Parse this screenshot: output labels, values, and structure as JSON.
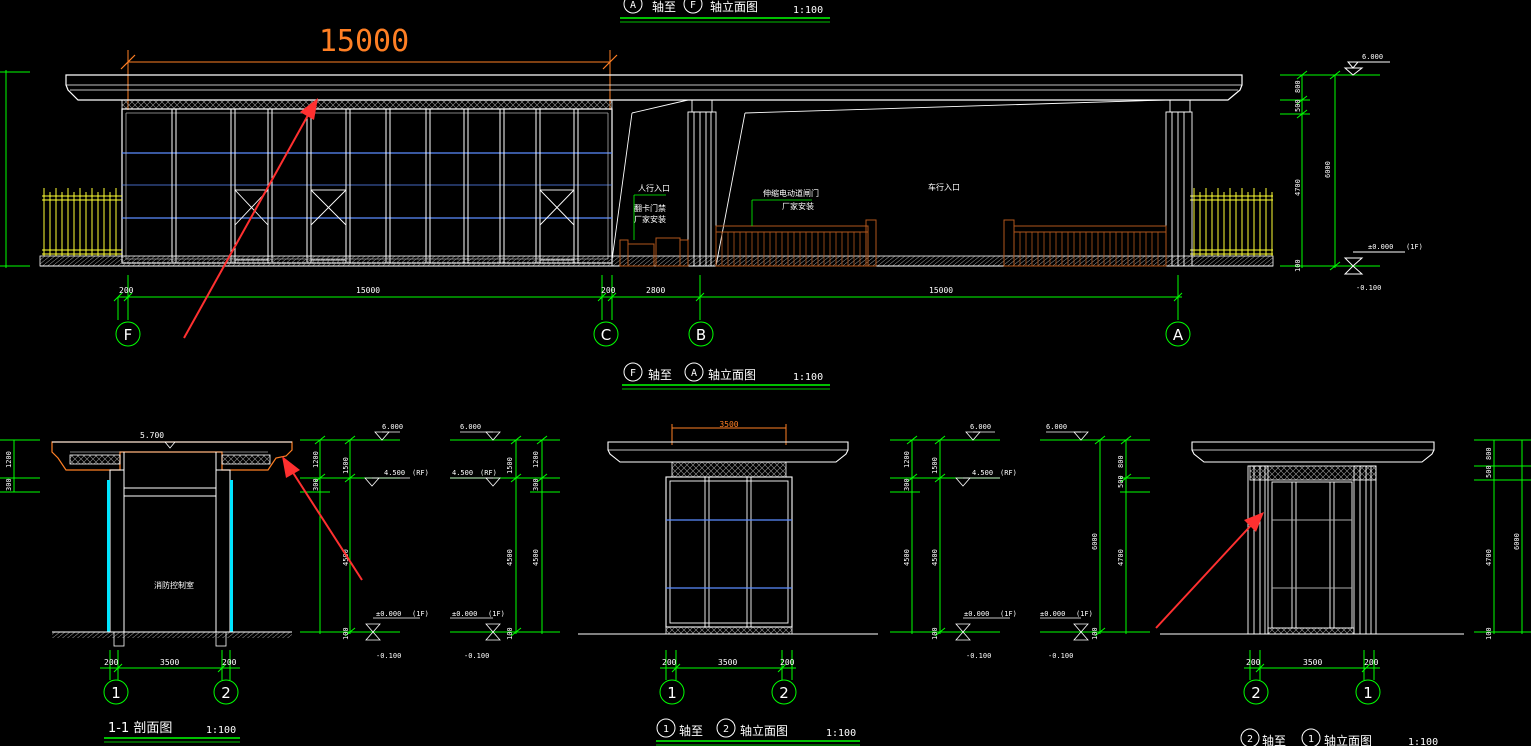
{
  "colors": {
    "background": "#000000",
    "line": "#ffffff",
    "dimension": "#00ff00",
    "glass": "#5b8cff",
    "annotation": "#ff3030",
    "fence": "#b0561c",
    "railing": "#ffff33",
    "cyan": "#00e5ff",
    "highlight": "#ff7f24"
  },
  "titles": {
    "top": {
      "a1": "A",
      "t1": "轴至",
      "a2": "F",
      "t2": "轴立面图",
      "scale": "1:100"
    },
    "main": {
      "a1": "F",
      "t1": "轴至",
      "a2": "A",
      "t2": "轴立面图",
      "scale": "1:100"
    },
    "section": {
      "t": "1-1 剖面图",
      "scale": "1:100"
    },
    "small": {
      "a1": "1",
      "t1": "轴至",
      "a2": "2",
      "t2": "轴立面图",
      "scale": "1:100"
    },
    "right": {
      "a1": "2",
      "t1": "轴至",
      "a2": "1",
      "t2": "轴立面图",
      "scale": "1:100"
    }
  },
  "main_elevation": {
    "top_dim": "15000",
    "bottom_dims": [
      "200",
      "15000",
      "200",
      "2800",
      "15000"
    ],
    "axes": [
      "F",
      "C",
      "B",
      "A"
    ],
    "labels": {
      "pedestrian": "人行入口",
      "gate1": "翻卡门禁",
      "gate1_sub": "厂家安装",
      "gate2": "伸缩电动道闸门",
      "gate2_sub": "厂家安装",
      "vehicle": "车行入口"
    },
    "right_dims": [
      "800",
      "500",
      "4700",
      "6000",
      "100"
    ],
    "right_levels": [
      "6.000",
      "±0.000",
      "(1F)",
      "-0.100"
    ]
  },
  "section": {
    "top_level": "5.700",
    "room": "消防控制室",
    "dims": [
      "200",
      "3500",
      "200"
    ],
    "axes": [
      "1",
      "2"
    ],
    "left_dims": [
      "1200",
      "300"
    ]
  },
  "section_dims": {
    "level_6": "6.000",
    "level_45": "4.500",
    "rf": "(RF)",
    "zero": "±0.000",
    "f1": "(1F)",
    "neg": "-0.100",
    "d1200": "1200",
    "d1500": "1500",
    "d300": "300",
    "d4500": "4500",
    "d100": "100"
  },
  "small_elevation": {
    "top_dim": "3500",
    "dims": [
      "200",
      "3500",
      "200"
    ],
    "axes": [
      "1",
      "2"
    ]
  },
  "right_elevation": {
    "dims": [
      "200",
      "3500",
      "200"
    ],
    "axes": [
      "2",
      "1"
    ],
    "side_dims": [
      "800",
      "500",
      "4700",
      "6000",
      "100"
    ]
  }
}
